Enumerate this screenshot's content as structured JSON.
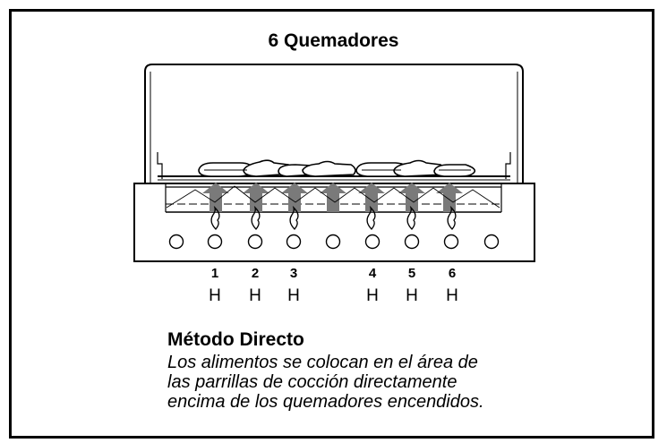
{
  "title": "6 Quemadores",
  "burners": [
    {
      "number": "1",
      "setting": "H",
      "lit": true
    },
    {
      "number": "2",
      "setting": "H",
      "lit": true
    },
    {
      "number": "3",
      "setting": "H",
      "lit": true
    },
    {
      "number": "",
      "setting": "",
      "lit": false
    },
    {
      "number": "4",
      "setting": "H",
      "lit": true
    },
    {
      "number": "5",
      "setting": "H",
      "lit": true
    },
    {
      "number": "6",
      "setting": "H",
      "lit": true
    }
  ],
  "method": {
    "title": "Método Directo",
    "description_lines": [
      "Los alimentos se colocan en el área de",
      "las parrillas de cocción directamente",
      "encima de los quemadores encendidos."
    ]
  },
  "colors": {
    "outline": "#000000",
    "heat_arrow": "#7a7a7a",
    "background": "#ffffff"
  }
}
